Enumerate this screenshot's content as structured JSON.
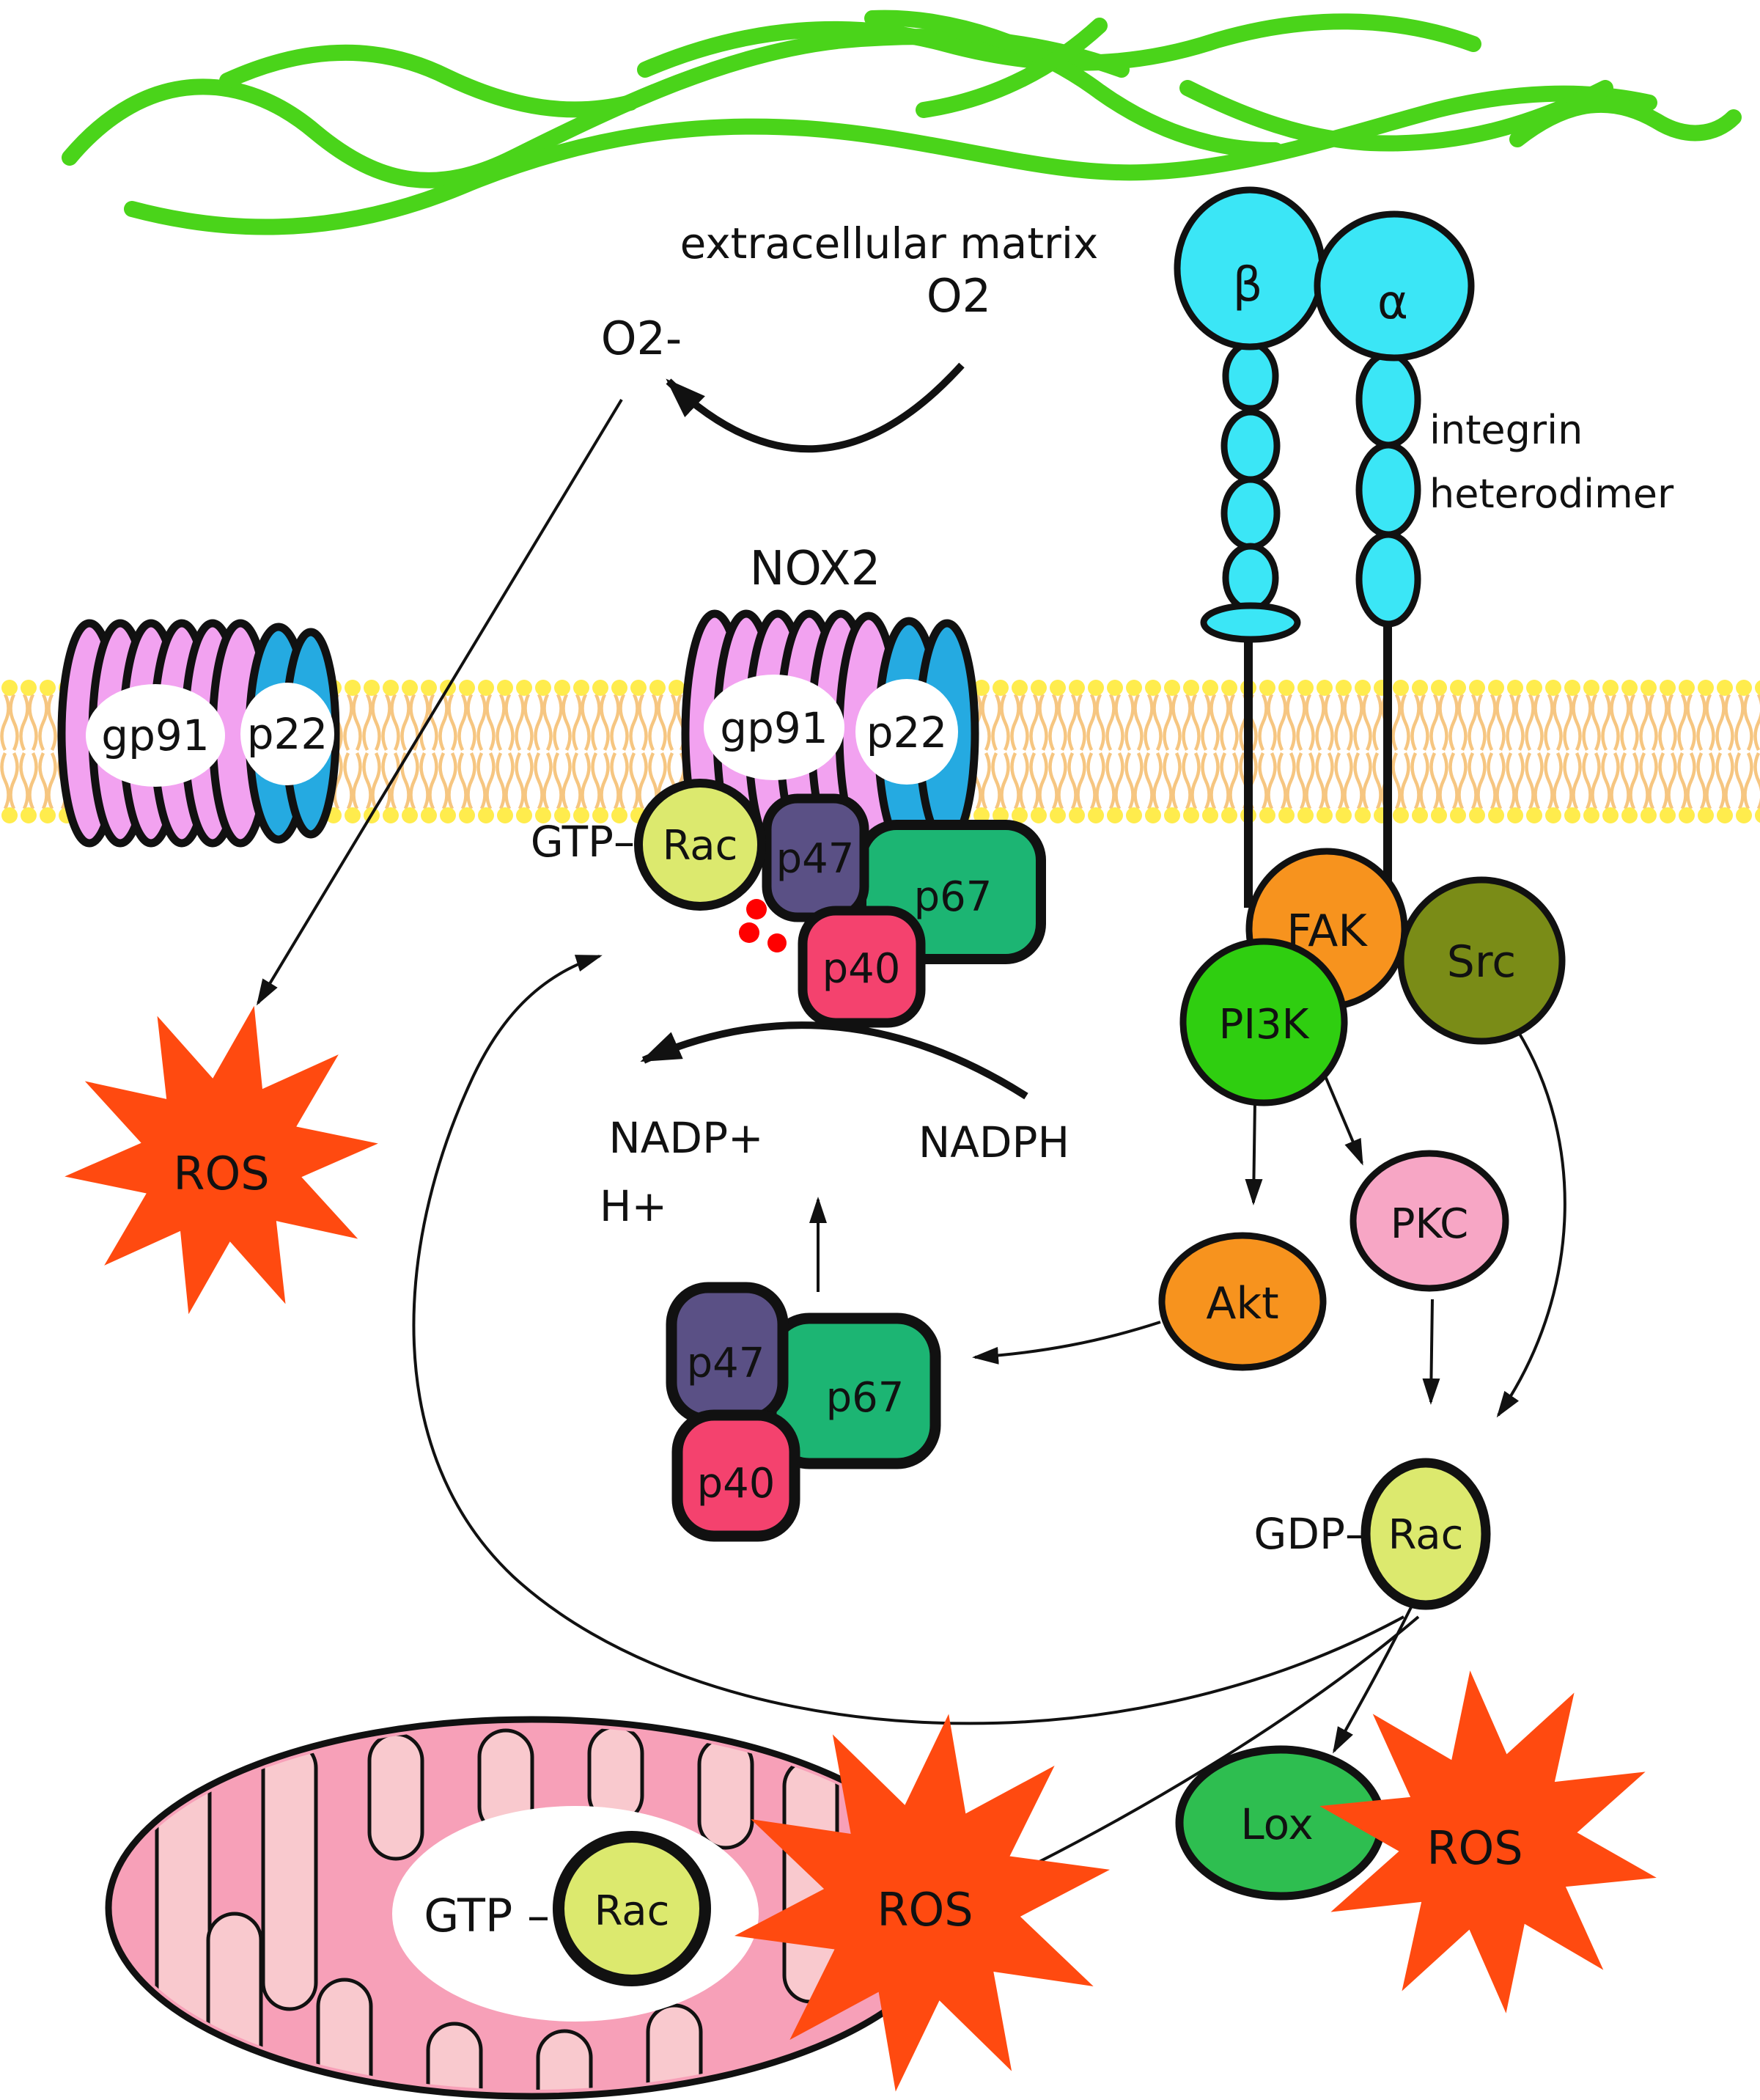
{
  "labels": {
    "extracellular_matrix": "extracellular matrix",
    "o2_superoxide": "O2-",
    "o2": "O2",
    "nox2": "NOX2",
    "gp91": "gp91",
    "p22": "p22",
    "gtp": "GTP–",
    "gtp_mito": "GTP –",
    "gdp": "GDP–",
    "rac": "Rac",
    "p47": "p47",
    "p67": "p67",
    "p40": "p40",
    "nadp_plus": "NADP+",
    "h_plus": "H+",
    "nadph": "NADPH",
    "ros": "ROS",
    "beta": "β",
    "alpha": "α",
    "integrin_line1": "integrin",
    "integrin_line2": "heterodimer",
    "fak": "FAK",
    "src": "Src",
    "pi3k": "PI3K",
    "akt": "Akt",
    "pkc": "PKC",
    "lox": "Lox"
  },
  "colors": {
    "ecm_green": "#4AD41A",
    "membrane_head": "#FFEC4D",
    "membrane_head_stroke": "#ECB45C",
    "membrane_tail": "#F6C681",
    "gp91_pink": "#F2A2F0",
    "p22_blue": "#25AAE1",
    "integrin_cyan": "#3BE6F6",
    "rac_yellow": "#DCE96E",
    "p47_purple": "#5A5085",
    "p67_green": "#1CB573",
    "p40_pink": "#F4426E",
    "ros_red": "#FF4A10",
    "fak_orange": "#F7931E",
    "src_olive": "#7A8C17",
    "pi3k_green": "#2FCE10",
    "akt_orange": "#F7931E",
    "pkc_pink": "#F7A6C5",
    "lox_green": "#2EBE50",
    "mito_pink": "#F7A0B8",
    "mito_cristae": "#F9C9CE",
    "phospho_red": "#FF0000",
    "label_white": "#FFFFFF"
  }
}
